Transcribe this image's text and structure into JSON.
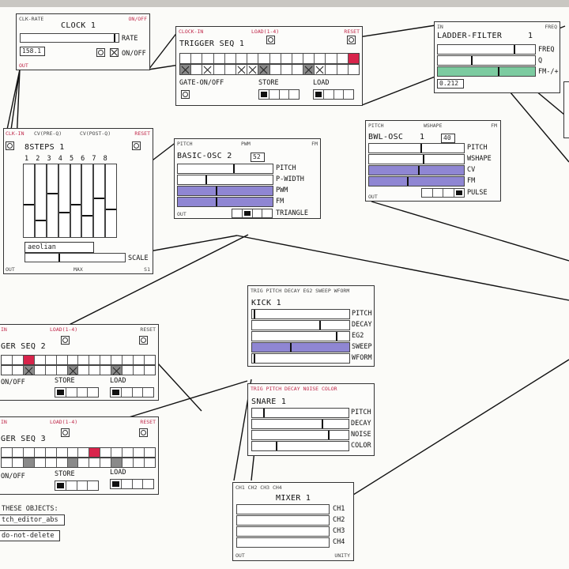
{
  "colors": {
    "accent_red": "#c0284a",
    "slider_purple": "#8f86d3",
    "slider_green": "#7ccba0",
    "cell_active": "#d8244b"
  },
  "clock": {
    "inlet_left": "CLK-RATE",
    "inlet_right": "ON/OFF",
    "title": "CLOCK 1",
    "rate_label": "RATE",
    "rate_value": "158.1",
    "onoff_label": "ON/OFF",
    "outlet": "OUT"
  },
  "trigger_seq_1": {
    "inlet_clock": "CLOCK-IN",
    "inlet_load": "LOAD(1-4)",
    "inlet_reset": "RESET",
    "title": "TRIGGER SEQ 1",
    "gate_label": "GATE-ON/OFF",
    "store_label": "STORE",
    "load_label": "LOAD"
  },
  "ladder": {
    "inlet_left": "IN",
    "inlet_right": "FREQ",
    "title": "LADDER-FILTER",
    "instance": "1",
    "freq_label": "FREQ",
    "q_label": "Q",
    "fm_label": "FM-/+",
    "fm_value": "0.212"
  },
  "steps8": {
    "inlet_clock": "CLK-IN",
    "inlet_cv_pre": "CV(PRE-Q)",
    "inlet_cv_post": "CV(POST-Q)",
    "inlet_reset": "RESET",
    "title": "8STEPS 1",
    "step_numbers": "1 2 3 4 5 6 7 8",
    "scale_value": "aeolian",
    "scale_label": "SCALE",
    "max_label": "MAX",
    "outlet_left": "OUT",
    "outlet_right": "S1"
  },
  "basic_osc": {
    "inlet_pitch": "PITCH",
    "inlet_pwm": "PWM",
    "inlet_fm": "FM",
    "title": "BASIC-OSC 2",
    "num_value": "52",
    "pitch_label": "PITCH",
    "pwidth_label": "P-WIDTH",
    "pwm_label": "PWM",
    "fm_label": "FM",
    "triangle_label": "TRIANGLE",
    "outlet": "OUT"
  },
  "bwl_osc": {
    "inlet_pitch": "PITCH",
    "inlet_wshape": "WSHAPE",
    "inlet_fm": "FM",
    "title": "BWL-OSC",
    "instance": "1",
    "num_value": "40",
    "pitch_label": "PITCH",
    "wshape_label": "WSHAPE",
    "cv_label": "CV",
    "fm_label": "FM",
    "pulse_label": "PULSE",
    "outlet": "OUT"
  },
  "kick": {
    "inlets": "TRIG PITCH DECAY  EG2  SWEEP WFORM",
    "title": "KICK 1",
    "pitch_label": "PITCH",
    "decay_label": "DECAY",
    "eg2_label": "EG2",
    "sweep_label": "SWEEP",
    "wform_label": "WFORM"
  },
  "snare": {
    "inlets": "TRIG PITCH  DECAY  NOISE COLOR",
    "title": "SNARE 1",
    "pitch_label": "PITCH",
    "decay_label": "DECAY",
    "noise_label": "NOISE",
    "color_label": "COLOR"
  },
  "mixer": {
    "inlets": "CH1       CH2       CH3       CH4",
    "title": "MIXER 1",
    "ch1_label": "CH1",
    "ch2_label": "CH2",
    "ch3_label": "CH3",
    "ch4_label": "CH4",
    "outlet_left": "OUT",
    "outlet_right": "UNITY"
  },
  "seq2": {
    "inlet_clock": "IN",
    "inlet_load": "LOAD(1-4)",
    "inlet_reset": "RESET",
    "title": "GER SEQ 2",
    "gate_label": "ON/OFF",
    "store_label": "STORE",
    "load_label": "LOAD"
  },
  "seq3": {
    "inlet_clock": "IN",
    "inlet_load": "LOAD(1-4)",
    "inlet_reset": "RESET",
    "title": "GER SEQ 3",
    "gate_label": "ON/OFF",
    "store_label": "STORE",
    "load_label": "LOAD"
  },
  "notes": {
    "heading": "THESE OBJECTS:",
    "msg1": "tch_editor_abs",
    "msg2": "do-not-delete"
  }
}
